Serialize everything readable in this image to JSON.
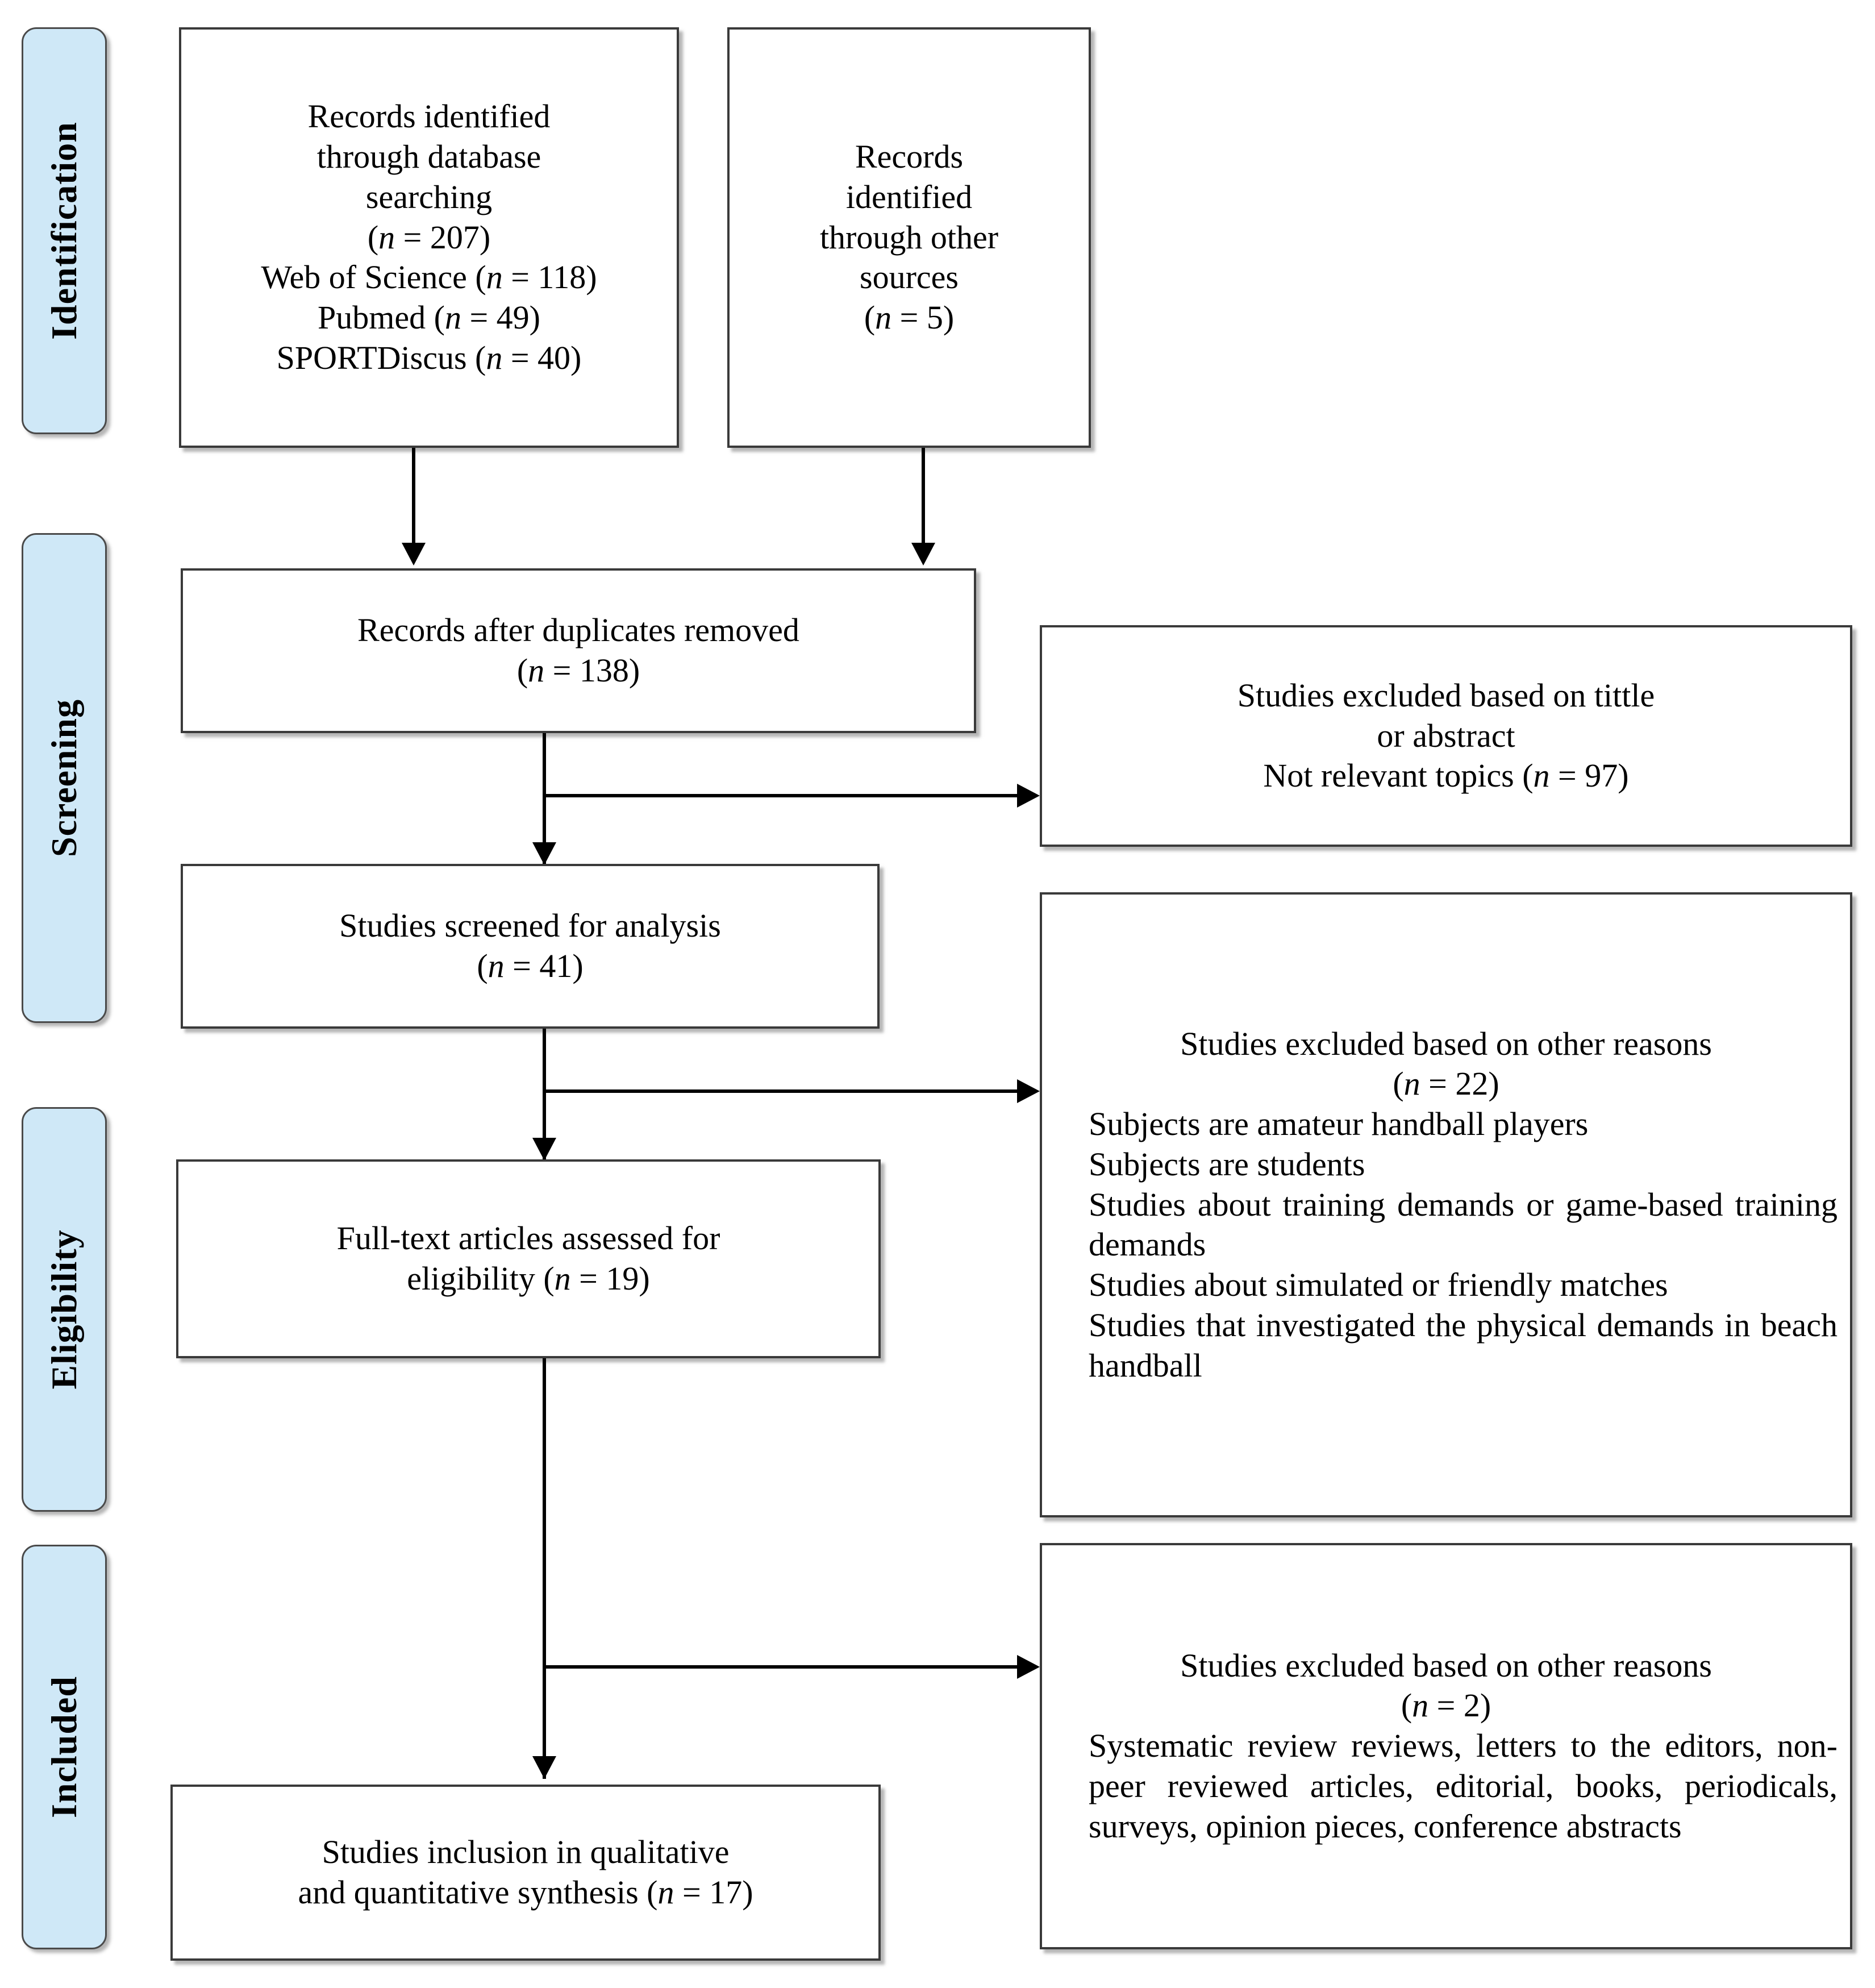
{
  "diagram": {
    "type": "prisma-flow-diagram",
    "title": "PRISMA flow diagram",
    "accent_color": "#cfe8f7",
    "border_color": "#3a3a3a"
  },
  "stages": [
    {
      "id": "identification",
      "label": "Identification"
    },
    {
      "id": "screening",
      "label": "Screening"
    },
    {
      "id": "eligibility",
      "label": "Eligibility"
    },
    {
      "id": "included",
      "label": "Included"
    }
  ],
  "boxes": {
    "records_database": {
      "lines": [
        "Records identified",
        "through database",
        "searching",
        "(n = 207)",
        "Web of Science (n = 118)",
        "Pubmed (n = 49)",
        "SPORTDiscus (n = 40)"
      ],
      "counts": {
        "total": 207,
        "web_of_science": 118,
        "pubmed": 49,
        "sportdiscus": 40
      }
    },
    "records_other": {
      "lines": [
        "Records",
        "identified",
        "through other",
        "sources",
        "(n = 5)"
      ],
      "counts": {
        "total": 5
      }
    },
    "after_duplicates": {
      "lines": [
        "Records after duplicates removed",
        "(n = 138)"
      ],
      "counts": {
        "total": 138
      }
    },
    "excluded_title": {
      "lines": [
        "Studies excluded based on tittle",
        "or abstract",
        "Not relevant topics (n = 97)"
      ],
      "counts": {
        "total": 97
      }
    },
    "screened": {
      "lines": [
        "Studies screened for analysis",
        "(n = 41)"
      ],
      "counts": {
        "total": 41
      }
    },
    "excluded_other_22": {
      "heading": "Studies excluded based on other reasons",
      "count_line": "(n = 22)",
      "counts": {
        "total": 22
      },
      "reasons": [
        "Subjects are amateur handball players",
        "Subjects are students",
        "Studies about training demands or game-based training demands",
        "Studies about simulated or friendly matches",
        "Studies that investigated the physical demands in beach handball"
      ]
    },
    "fulltext": {
      "lines": [
        "Full-text articles assessed for",
        "eligibility (n = 19)"
      ],
      "counts": {
        "total": 19
      }
    },
    "excluded_other_2": {
      "heading": "Studies excluded based on other reasons",
      "count_line": "(n = 2)",
      "counts": {
        "total": 2
      },
      "reasons": [
        "Systematic review reviews, letters to the editors, non-peer reviewed articles, editorial, books, periodicals, surveys, opinion pieces, conference abstracts"
      ]
    },
    "included": {
      "lines": [
        "Studies inclusion in qualitative",
        "and quantitative synthesis (n = 17)"
      ],
      "counts": {
        "total": 17
      }
    }
  }
}
